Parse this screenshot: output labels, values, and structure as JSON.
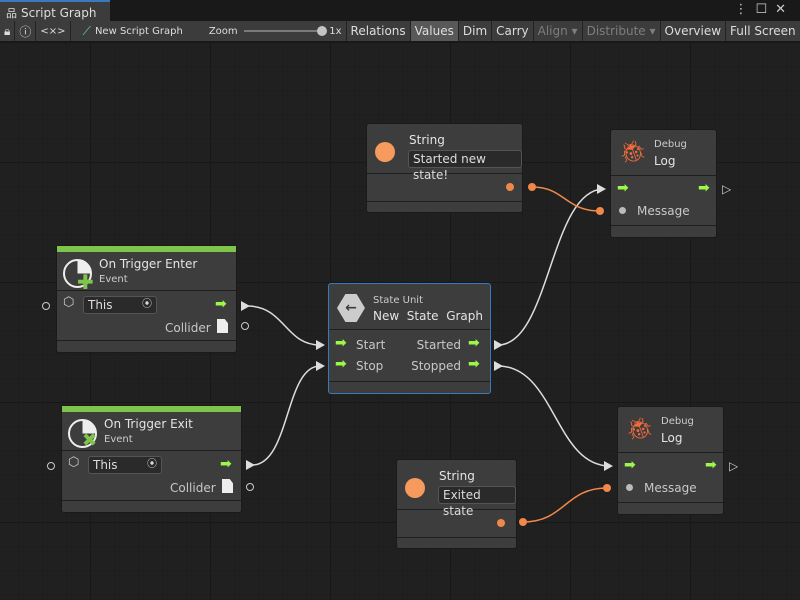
{
  "window": {
    "tab_title": "Script Graph",
    "tab_icon": "hierarchy-icon",
    "menu_icon": "kebab-icon",
    "maximize_icon": "maximize-icon",
    "close_icon": "close-icon"
  },
  "toolbar": {
    "lock_icon": "lock-icon",
    "info_icon": "info-icon",
    "variables_label": "<×>",
    "graph_name": "New Script Graph",
    "zoom_label": "Zoom",
    "zoom_value": "1x",
    "zoom_level": 1.0,
    "buttons": [
      {
        "label": "Relations"
      },
      {
        "label": "Values",
        "active": true
      },
      {
        "label": "Dim"
      },
      {
        "label": "Carry"
      },
      {
        "label": "Align ▾",
        "disabled": true
      },
      {
        "label": "Distribute ▾",
        "disabled": true
      },
      {
        "label": "Overview"
      },
      {
        "label": "Full Screen"
      }
    ]
  },
  "colors": {
    "accent": "#3a79bb",
    "flow_arrow": "#9cf74a",
    "event_bar": "#7ec54b",
    "string_port": "#f0884a",
    "debug_icon": "#f06a3a"
  },
  "nodes": {
    "string1": {
      "title": "String",
      "value": "Started new state!"
    },
    "string2": {
      "title": "String",
      "value": "Exited state"
    },
    "log1": {
      "kind": "Debug",
      "title": "Log",
      "message": "Message"
    },
    "log2": {
      "kind": "Debug",
      "title": "Log",
      "message": "Message"
    },
    "enter": {
      "title": "On Trigger Enter",
      "kind": "Event",
      "target": "This",
      "output": "Collider"
    },
    "exit": {
      "title": "On Trigger Exit",
      "kind": "Event",
      "target": "This",
      "output": "Collider"
    },
    "state": {
      "kind": "State Unit",
      "title": "New  State  Graph",
      "in1": "Start",
      "in2": "Stop",
      "out1": "Started",
      "out2": "Stopped"
    }
  }
}
